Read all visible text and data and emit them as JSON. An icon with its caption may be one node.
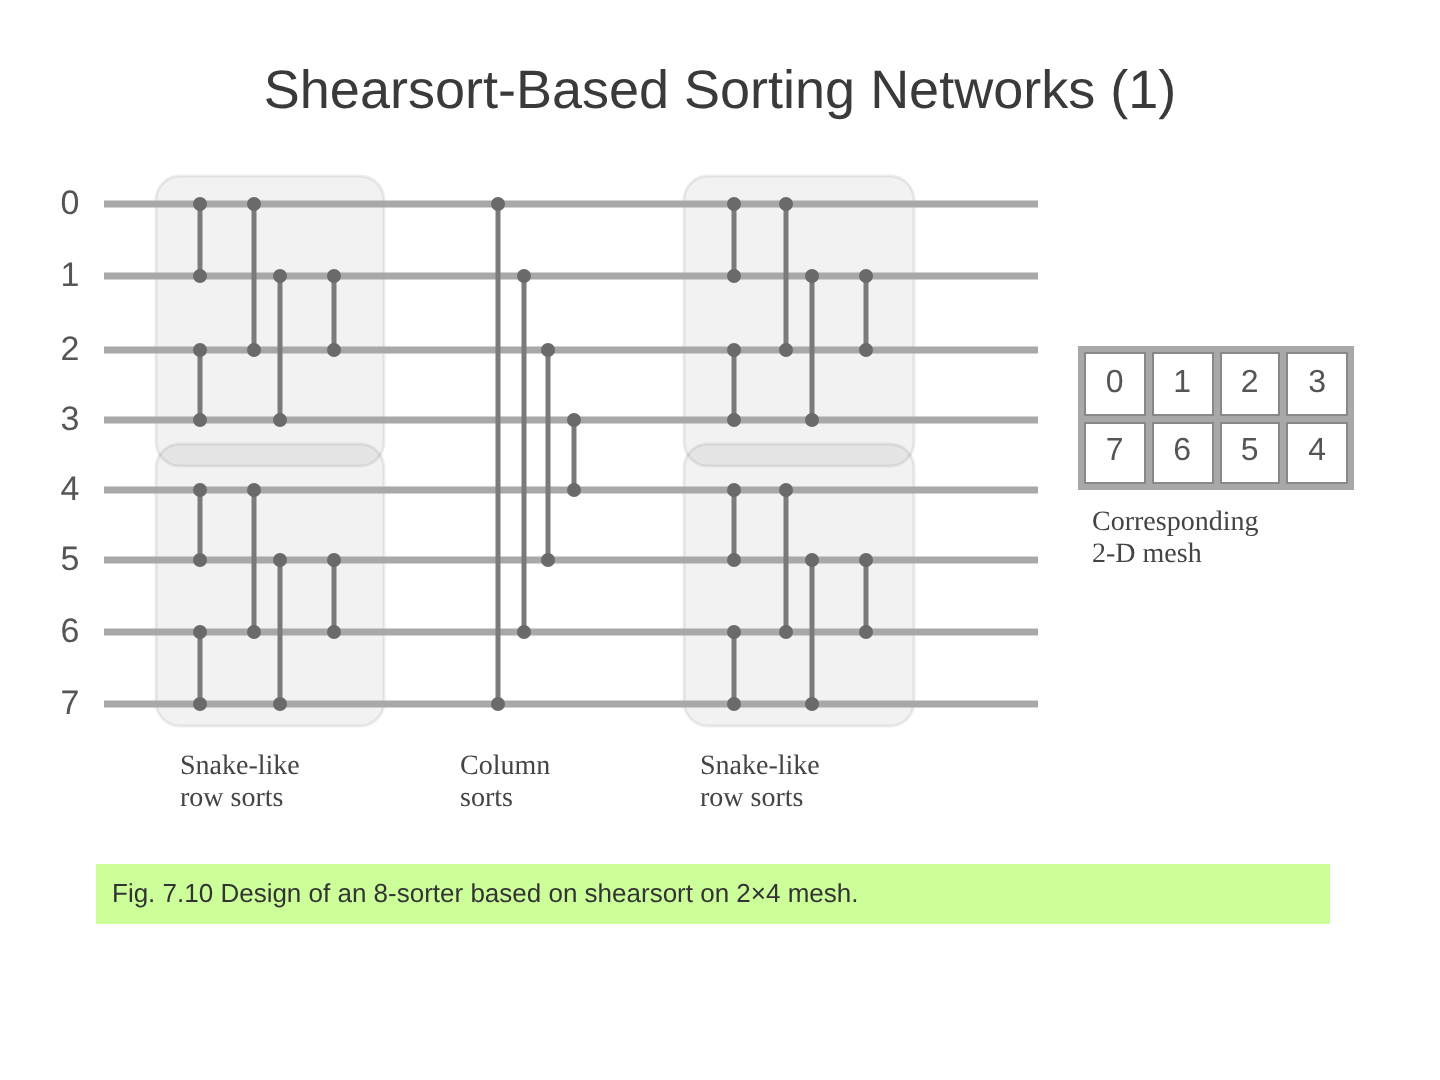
{
  "diagram": {
    "title": "Shearsort-Based Sorting Networks (1)",
    "caption": "Fig. 7.10 Design of an 8-sorter based on shearsort on 2×4 mesh.",
    "labels": [
      "0",
      "1",
      "2",
      "3",
      "4",
      "5",
      "6",
      "7",
      "0",
      "1",
      "2",
      "3",
      "7",
      "6",
      "5",
      "4",
      "Corresponding 2-D mesh",
      "Snake-like row sorts",
      "Column sorts",
      "Snake-like row sorts"
    ]
  }
}
